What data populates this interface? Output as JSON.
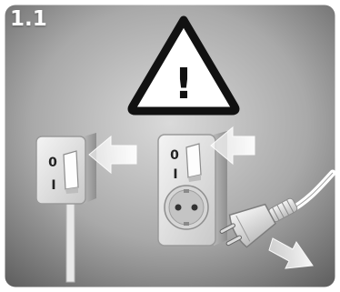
{
  "step": {
    "label": "1.1"
  },
  "warning": {
    "symbol": "!"
  },
  "switch_left": {
    "on_mark": "0",
    "off_mark": "I"
  },
  "switch_right": {
    "on_mark": "0",
    "off_mark": "I"
  },
  "colors": {
    "bg_center": "#d8d8d8",
    "bg_edge": "#6e6e6e",
    "frame": "#ffffff",
    "warning_fill": "#ffffff",
    "warning_stroke": "#111111",
    "device_body": "#e4e4e4"
  },
  "icons": [
    "warning-triangle-icon",
    "arrow-icon",
    "wall-switch-icon",
    "socket-icon",
    "plug-icon"
  ]
}
